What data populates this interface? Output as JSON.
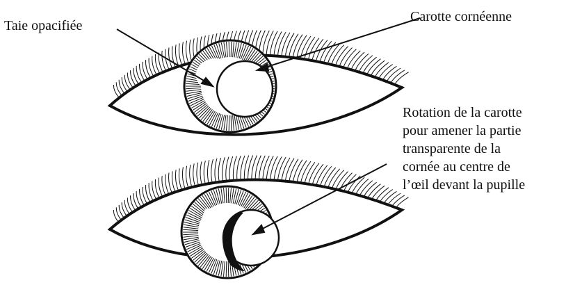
{
  "labels": {
    "taie": "Taie opacifiée",
    "carotte": "Carotte cornéenne",
    "rotation": [
      "Rotation de la carotte",
      "pour amener la partie",
      "transparente de la",
      "cornée au centre de",
      "l’œil devant la pupille"
    ]
  },
  "colors": {
    "ink": "#111111",
    "background": "#ffffff"
  }
}
